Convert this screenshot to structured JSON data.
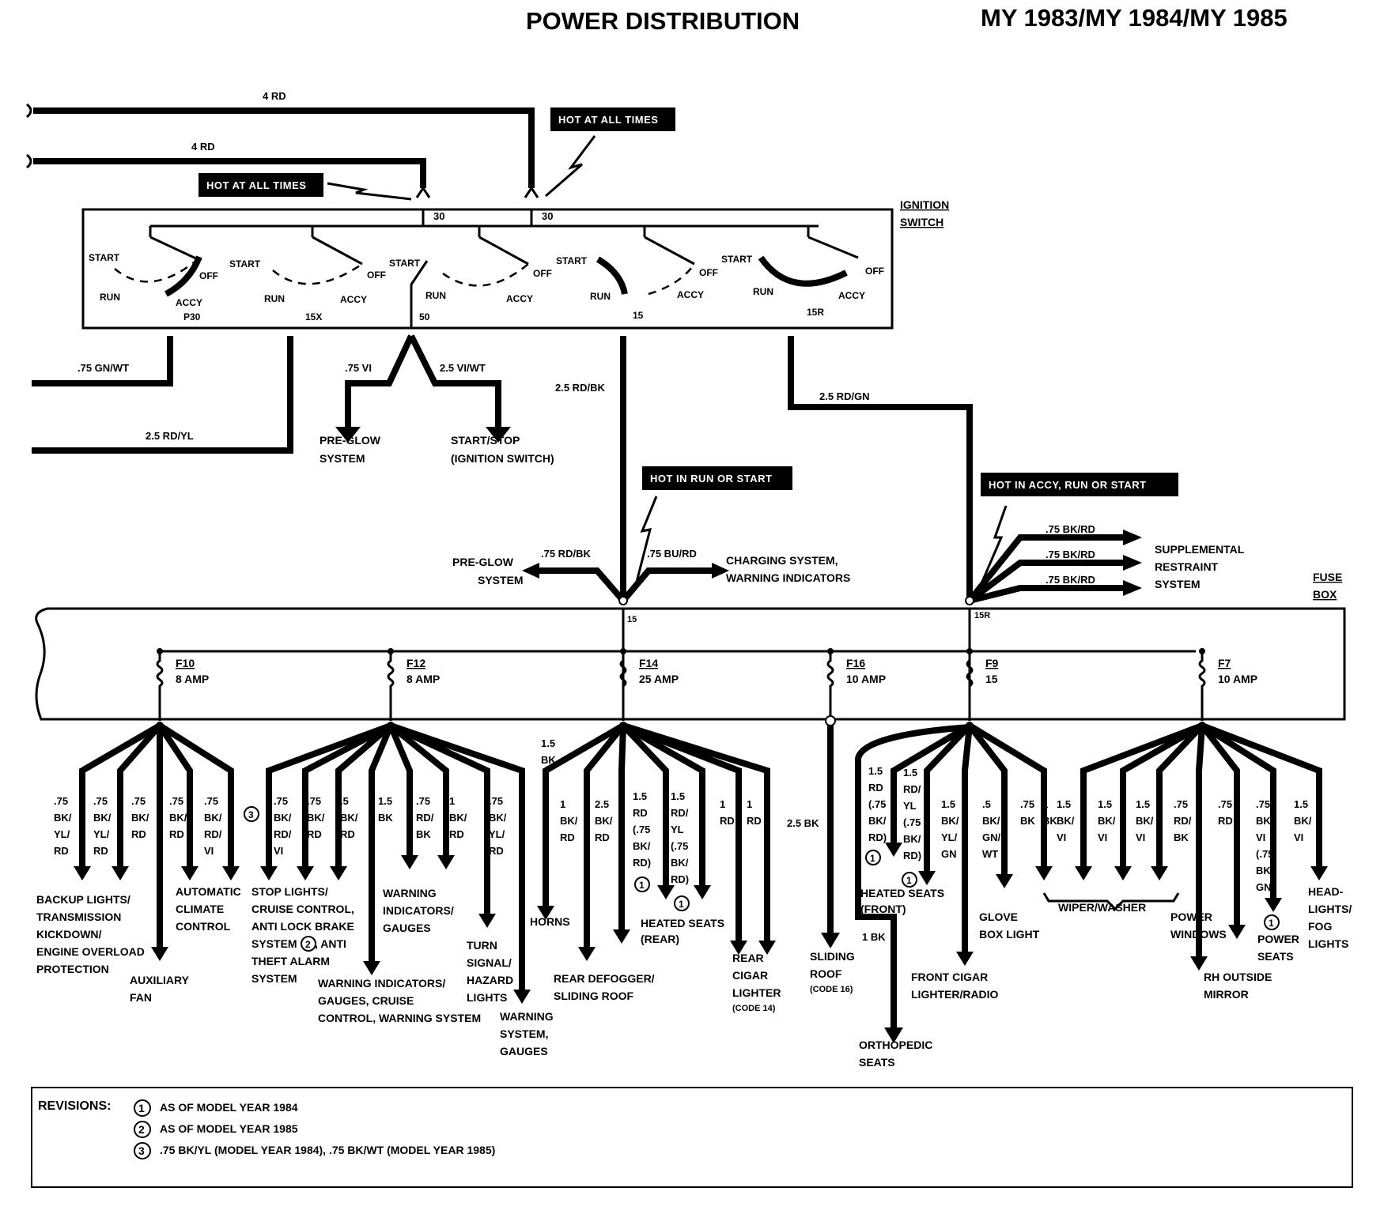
{
  "header": {
    "title": "POWER DISTRIBUTION",
    "model_years": "MY 1983/MY 1984/MY 1985"
  },
  "banners": {
    "hot_all_times_1": "HOT AT ALL TIMES",
    "hot_all_times_2": "HOT AT ALL TIMES",
    "hot_run_start": "HOT IN RUN OR START",
    "hot_accy_run_start": "HOT IN ACCY, RUN OR START"
  },
  "components": {
    "ignition_switch_line1": "IGNITION",
    "ignition_switch_line2": "SWITCH",
    "fuse_box_line1": "FUSE",
    "fuse_box_line2": "BOX"
  },
  "switch_labels": {
    "start": "START",
    "run": "RUN",
    "off": "OFF",
    "accy": "ACCY",
    "t30": "30",
    "tP30": "P30",
    "t15X": "15X",
    "t50": "50",
    "t15": "15",
    "t15R": "15R"
  },
  "top_wires": {
    "wire1": "4 RD",
    "wire2": "4 RD",
    "gnwt": ".75 GN/WT",
    "rdyl": "2.5 RD/YL",
    "vi": ".75 VI",
    "viwt": "2.5 VI/WT",
    "rdbk": "2.5 RD/BK",
    "rdgn": "2.5 RD/GN",
    "preglow_wire": ".75 RD/BK",
    "charging_wire": ".75 BU/RD",
    "srs1": ".75 BK/RD",
    "srs2": ".75 BK/RD",
    "srs3": ".75 BK/RD",
    "bus15": "15",
    "bus15r": "15R"
  },
  "top_dest": {
    "preglow_sys_1": "PRE-GLOW",
    "preglow_sys_2": "SYSTEM",
    "startstop_1": "START/STOP",
    "startstop_2": "(IGNITION SWITCH)",
    "preglow2_1": "PRE-GLOW",
    "preglow2_2": "SYSTEM",
    "charging_1": "CHARGING SYSTEM,",
    "charging_2": "WARNING INDICATORS",
    "srs_1": "SUPPLEMENTAL",
    "srs_2": "RESTRAINT",
    "srs_3": "SYSTEM"
  },
  "fuses": [
    {
      "id": "F10",
      "rating": "8 AMP"
    },
    {
      "id": "F12",
      "rating": "8 AMP"
    },
    {
      "id": "F14",
      "rating": "25 AMP"
    },
    {
      "id": "F16",
      "rating": "10 AMP"
    },
    {
      "id": "F9",
      "rating": "15"
    },
    {
      "id": "F7",
      "rating": "10 AMP"
    }
  ],
  "branch_wires": {
    "f10": [
      ".75 BK/ YL/ RD",
      ".75 BK/ YL/ RD",
      ".75 BK/ RD",
      ".75 BK/ RD",
      ".75 BK/ RD/ VI"
    ],
    "f12": [
      ".75 BK/ RD/ VI",
      ".75 BK/ RD",
      ".5 BK/ RD",
      "1.5 BK",
      ".75 RD/ BK",
      "1 BK/ RD",
      ".75 BK/ YL/ RD"
    ],
    "f14": [
      "1.5 BK",
      "1 BK/ RD",
      "2.5 BK/ RD",
      "1.5 RD (.75 BK/ RD)",
      "1.5 RD/ YL (.75 BK/ RD)",
      "1 RD",
      "1 RD"
    ],
    "f16": [
      "2.5 BK"
    ],
    "f9": [
      "1.5 RD (.75 BK/ RD)",
      "1.5 RD/ YL (.75 BK/ RD)",
      "1.5 BK/ YL/ GN",
      ".5 BK/ GN/ WT",
      ".75 BK",
      "1 BK"
    ],
    "f7": [
      "1.5 BK/ VI",
      "1.5 BK/ VI",
      "1.5 BK/ VI",
      ".75 RD/ BK",
      ".75 RD",
      ".75 BK/ VI (.75 BK/ GN)",
      "1.5 BK/ VI"
    ]
  },
  "destinations": {
    "backup_1": "BACKUP LIGHTS/",
    "backup_2": "TRANSMISSION",
    "backup_3": "KICKDOWN/",
    "backup_4": "ENGINE OVERLOAD",
    "backup_5": "PROTECTION",
    "aux_1": "AUXILIARY",
    "aux_2": "FAN",
    "climate_1": "AUTOMATIC",
    "climate_2": "CLIMATE",
    "climate_3": "CONTROL",
    "stop_1": "STOP LIGHTS/",
    "stop_2": "CRUISE CONTROL,",
    "stop_3": "ANTI LOCK BRAKE",
    "stop_4": "SYSTEM",
    "stop_4b": ", ANTI",
    "stop_5": "THEFT ALARM",
    "stop_6": "SYSTEM",
    "warnind_1": "WARNING",
    "warnind_2": "INDICATORS/",
    "warnind_3": "GAUGES",
    "warn2_1": "WARNING INDICATORS/",
    "warn2_2": "GAUGES, CRUISE",
    "warn2_3": "CONTROL,  WARNING SYSTEM",
    "turn_1": "TURN",
    "turn_2": "SIGNAL/",
    "turn_3": "HAZARD",
    "turn_4": "LIGHTS",
    "warnsys_1": "WARNING",
    "warnsys_2": "SYSTEM,",
    "warnsys_3": "GAUGES",
    "horns": "HORNS",
    "defog_1": "REAR DEFOGGER/",
    "defog_2": "SLIDING ROOF",
    "heatrear_1": "HEATED SEATS",
    "heatrear_2": "(REAR)",
    "cigar_1": "REAR",
    "cigar_2": "CIGAR",
    "cigar_3": "LIGHTER",
    "cigar_4": "(CODE 14)",
    "roof_1": "SLIDING",
    "roof_2": "ROOF",
    "roof_3": "(CODE 16)",
    "heatfront_1": "HEATED SEATS",
    "heatfront_2": "(FRONT)",
    "ortho_1": "ORTHOPEDIC",
    "ortho_2": "SEATS",
    "frontcigar_1": "FRONT CIGAR",
    "frontcigar_2": "LIGHTER/RADIO",
    "glove_1": "GLOVE",
    "glove_2": "BOX  LIGHT",
    "wiper": "WIPER/WASHER",
    "windows_1": "POWER",
    "windows_2": "WINDOWS",
    "mirror_1": "RH OUTSIDE",
    "mirror_2": "MIRROR",
    "seats_1": "POWER",
    "seats_2": "SEATS",
    "head_1": "HEAD-",
    "head_2": "LIGHTS/",
    "head_3": "FOG",
    "head_4": "LIGHTS",
    "ortho_wire": "1 BK"
  },
  "revisions": {
    "title": "REVISIONS:",
    "items": [
      {
        "num": "1",
        "text": "AS OF MODEL YEAR 1984"
      },
      {
        "num": "2",
        "text": "AS OF MODEL YEAR 1985"
      },
      {
        "num": "3",
        "text": ".75 BK/YL (MODEL YEAR 1984),  .75 BK/WT (MODEL YEAR 1985)"
      }
    ]
  }
}
